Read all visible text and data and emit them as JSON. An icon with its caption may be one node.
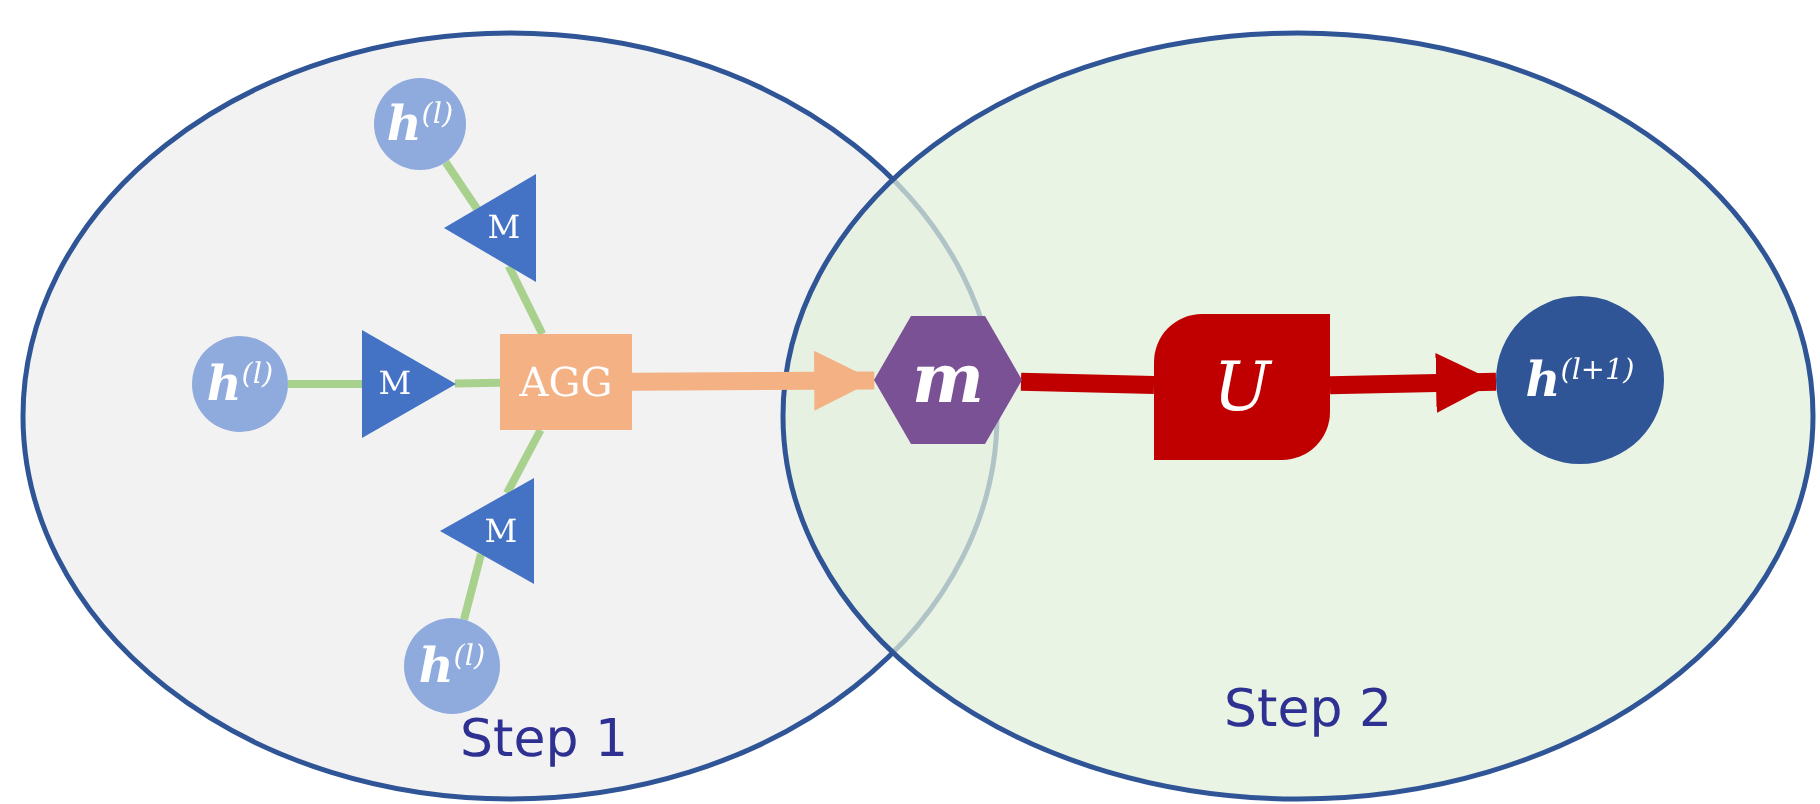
{
  "diagram": {
    "nodes": [
      {
        "text": [
          "Step 1"
        ]
      },
      {
        "text": [
          "Step 2"
        ]
      },
      {
        "text": [
          "h$^{(l)}$"
        ],
        "in": 0
      },
      {
        "text": [
          "M"
        ],
        "in": 0
      },
      {
        "text": [
          "h$^{(l)}$"
        ],
        "in": 0
      },
      {
        "text": [
          "M"
        ],
        "in": 0
      },
      {
        "text": [
          "M"
        ],
        "in": 0
      },
      {
        "text": [
          "h$^{(l)}$"
        ],
        "in": 0
      },
      {
        "text": [
          "AGG"
        ],
        "in": 0
      },
      {
        "text": [
          "m"
        ],
        "in": 1
      },
      {
        "text": [
          "U"
        ],
        "in": 1
      },
      {
        "text": [
          "h$^{(l+1)}$"
        ],
        "in": 1
      }
    ],
    "edges": [
      {
        "from": 2,
        "to": 3,
        "arrow": "none"
      },
      {
        "from": 3,
        "to": 8,
        "arrow": "none"
      },
      {
        "from": 4,
        "to": 5,
        "arrow": "none"
      },
      {
        "from": 5,
        "to": 8,
        "arrow": "none"
      },
      {
        "from": 7,
        "to": 6,
        "arrow": "none"
      },
      {
        "from": 6,
        "to": 8,
        "arrow": "none"
      },
      {
        "from": 8,
        "to": 9,
        "arrow": "to",
        "style": "thick",
        "color": "#f4b183"
      },
      {
        "from": 9,
        "to": 10,
        "arrow": "none",
        "style": "thick",
        "color": "#c00000"
      },
      {
        "from": 10,
        "to": 11,
        "arrow": "to",
        "style": "thick",
        "color": "#c00000"
      }
    ]
  }
}
